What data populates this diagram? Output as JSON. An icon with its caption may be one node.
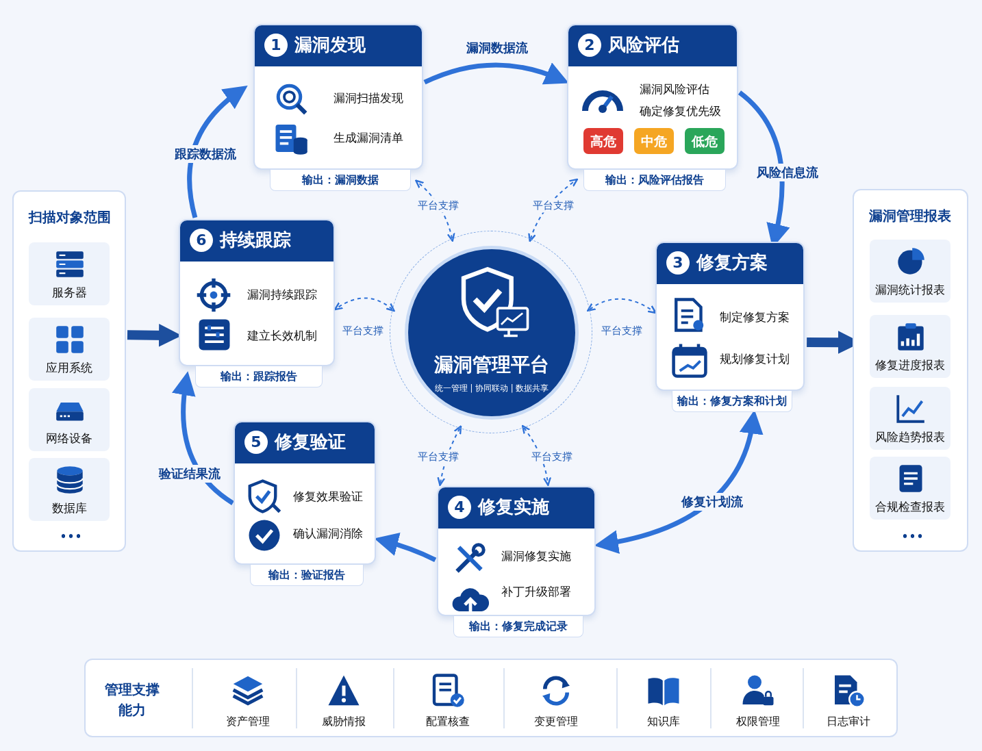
{
  "diagram": {
    "nodes": [
      {
        "text": [
          "扫描对象范围"
        ]
      },
      {
        "text": [
          "服务器"
        ],
        "in": 0
      },
      {
        "text": [
          "应用系统"
        ],
        "in": 0
      },
      {
        "text": [
          "网络设备"
        ],
        "in": 0
      },
      {
        "text": [
          "数据库"
        ],
        "in": 0
      },
      {
        "text": [
          "1",
          "漏洞发现",
          "漏洞扫描发现",
          "生成漏洞清单"
        ],
        "beside": [
          "输出：漏洞数据"
        ]
      },
      {
        "text": [
          "2",
          "风险评估",
          "漏洞风险评估",
          "确定修复优先级"
        ],
        "beside": [
          "输出：风险评估报告"
        ]
      },
      {
        "text": [
          "高危"
        ],
        "in": 6
      },
      {
        "text": [
          "中危"
        ],
        "in": 6
      },
      {
        "text": [
          "低危"
        ],
        "in": 6
      },
      {
        "text": [
          "漏洞管理报表"
        ]
      },
      {
        "text": [
          "漏洞统计报表"
        ],
        "in": 10
      },
      {
        "text": [
          "修复进度报表"
        ],
        "in": 10
      },
      {
        "text": [
          "风险趋势报表"
        ],
        "in": 10
      },
      {
        "text": [
          "合规检查报表"
        ],
        "in": 10
      },
      {
        "text": [
          "6",
          "持续跟踪",
          "漏洞持续跟踪",
          "建立长效机制"
        ],
        "beside": [
          "输出：跟踪报告"
        ]
      },
      {
        "text": [
          "漏洞管理平台",
          "统一管理 | 协同联动 | 数据共享"
        ]
      },
      {
        "text": [
          "3",
          "修复方案",
          "制定修复方案",
          "规划修复计划"
        ],
        "beside": [
          "输出：修复方案和计划"
        ]
      },
      {
        "text": [
          "5",
          "修复验证",
          "修复效果验证",
          "确认漏洞消除"
        ],
        "beside": [
          "输出：验证报告"
        ]
      },
      {
        "text": [
          "4",
          "修复实施",
          "漏洞修复实施",
          "补丁升级部署"
        ],
        "beside": [
          "输出：修复完成记录"
        ]
      },
      {
        "text": [
          "管理支撑能力",
          "资产管理",
          "威胁情报",
          "配置核查",
          "变更管理",
          "知识库",
          "权限管理",
          "日志审计"
        ]
      }
    ],
    "edges": [
      {
        "from": 5,
        "to": 6,
        "arrow": "to",
        "label": "漏洞数据流"
      },
      {
        "from": 6,
        "to": 17,
        "arrow": "to",
        "label": "风险信息流"
      },
      {
        "from": 17,
        "to": 19,
        "arrow": "both",
        "label": "修复计划流"
      },
      {
        "from": 19,
        "to": 18,
        "arrow": "to"
      },
      {
        "from": 18,
        "to": 15,
        "arrow": "to",
        "label": "验证结果流"
      },
      {
        "from": 15,
        "to": 5,
        "arrow": "to",
        "label": "跟踪数据流"
      },
      {
        "from": 0,
        "to": 15,
        "arrow": "to",
        "style": "thick",
        "color": "#1d4f9e"
      },
      {
        "from": 17,
        "to": 10,
        "arrow": "to",
        "style": "thick",
        "color": "#1d4f9e"
      },
      {
        "from": 16,
        "to": 5,
        "arrow": "both",
        "style": "dashed",
        "label": "平台支撑"
      },
      {
        "from": 16,
        "to": 6,
        "arrow": "both",
        "style": "dashed",
        "label": "平台支撑"
      },
      {
        "from": 16,
        "to": 15,
        "arrow": "both",
        "style": "dashed",
        "label": "平台支撑"
      },
      {
        "from": 16,
        "to": 17,
        "arrow": "both",
        "style": "dashed",
        "label": "平台支撑"
      },
      {
        "from": 16,
        "to": 19,
        "arrow": "both",
        "style": "dashed",
        "label": "平台支撑"
      },
      {
        "from": 16,
        "to": 19,
        "arrow": "both",
        "style": "dashed",
        "label": "平台支撑"
      }
    ]
  }
}
